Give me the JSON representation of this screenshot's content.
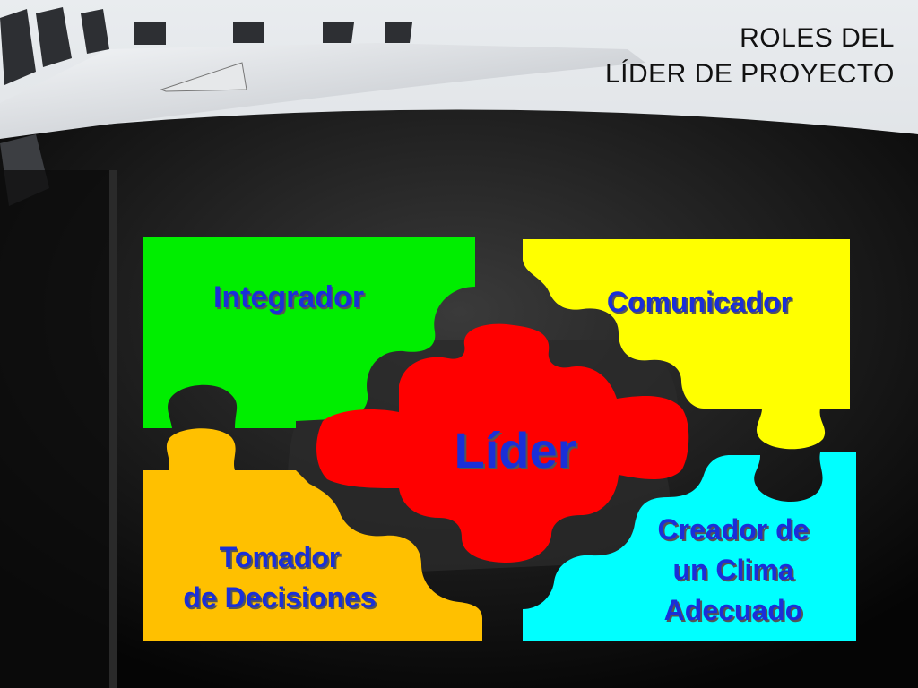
{
  "slide": {
    "title_line1": "ROLES DEL",
    "title_line2": "LÍDER DE PROYECTO"
  },
  "diagram": {
    "center": {
      "label": "Líder",
      "color": "#ff0000"
    },
    "pieces": [
      {
        "id": "integrador",
        "lines": [
          "Integrador"
        ],
        "color": "#00ee00"
      },
      {
        "id": "comunicador",
        "lines": [
          "Comunicador"
        ],
        "color": "#ffff00"
      },
      {
        "id": "tomador",
        "lines": [
          "Tomador",
          "de Decisiones"
        ],
        "color": "#ffc000"
      },
      {
        "id": "creador",
        "lines": [
          "Creador de",
          "un Clima",
          "Adecuado"
        ],
        "color": "#00ffff"
      }
    ],
    "label_color": "#1a2fd8"
  }
}
